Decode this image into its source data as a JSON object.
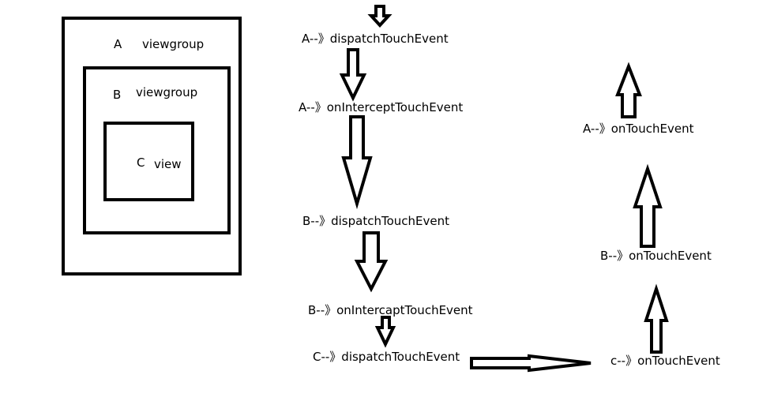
{
  "nesting": {
    "outer": {
      "letter": "A",
      "type": "viewgroup"
    },
    "middle": {
      "letter": "B",
      "type": "viewgroup"
    },
    "inner": {
      "letter": "C",
      "type": "view"
    }
  },
  "steps": {
    "a_dispatch": "A--》dispatchTouchEvent",
    "a_intercept": "A--》onInterceptTouchEvent",
    "b_dispatch": "B--》dispatchTouchEvent",
    "b_intercept": "B--》onIntercaptTouchEvent",
    "c_dispatch": "C--》dispatchTouchEvent",
    "c_touch": "c--》onTouchEvent",
    "b_touch": "B--》onTouchEvent",
    "a_touch": "A--》onTouchEvent"
  }
}
